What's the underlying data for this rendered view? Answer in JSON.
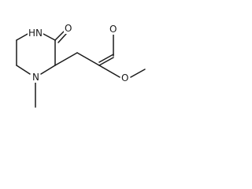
{
  "structure": {
    "atoms": {
      "amide_nh": "HN",
      "ring_n": "N",
      "ketone_o": "O",
      "carbonyl_o": "O",
      "ester_o": "O"
    }
  }
}
